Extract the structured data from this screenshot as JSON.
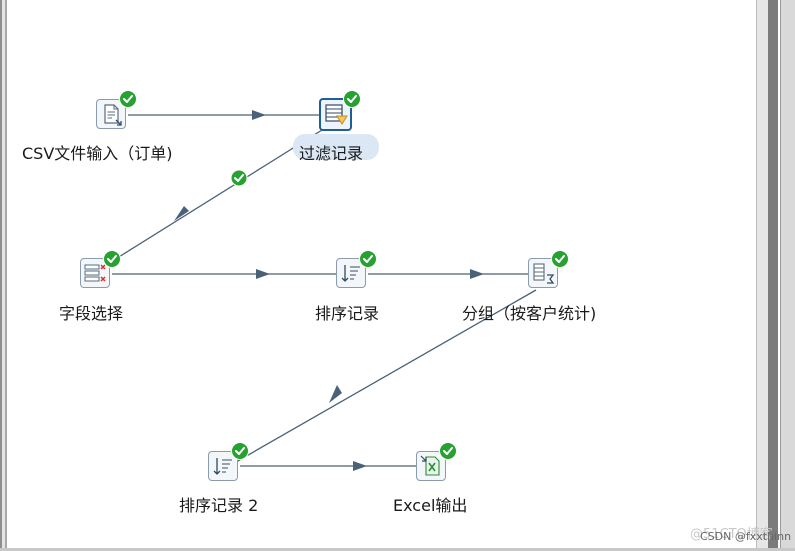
{
  "steps": {
    "csv_input": {
      "label": "CSV文件输入（订单)",
      "icon": "csv-file-icon",
      "status": "ok"
    },
    "filter": {
      "label": "过滤记录",
      "icon": "filter-rows-icon",
      "status": "ok",
      "selected": true
    },
    "select": {
      "label": "字段选择",
      "icon": "select-values-icon",
      "status": "ok"
    },
    "sort1": {
      "label": "排序记录",
      "icon": "sort-rows-icon",
      "status": "ok"
    },
    "group": {
      "label": "分组（按客户统计)",
      "icon": "group-by-icon",
      "status": "ok"
    },
    "sort2": {
      "label": "排序记录 2",
      "icon": "sort-rows-icon",
      "status": "ok"
    },
    "excel": {
      "label": "Excel输出",
      "icon": "excel-output-icon",
      "status": "ok"
    }
  },
  "hops": [
    {
      "from": "CSV文件输入（订单)",
      "to": "过滤记录"
    },
    {
      "from": "过滤记录",
      "to": "字段选择",
      "status": "ok"
    },
    {
      "from": "字段选择",
      "to": "排序记录"
    },
    {
      "from": "排序记录",
      "to": "分组（按客户统计)"
    },
    {
      "from": "分组（按客户统计)",
      "to": "排序记录 2"
    },
    {
      "from": "排序记录 2",
      "to": "Excel输出"
    }
  ],
  "watermark": {
    "text": "CSDN @fxxthinn",
    "ghost": "@51CTO博客"
  },
  "colors": {
    "hop": "#4a6178",
    "ok_badge": "#27a131",
    "selected_border": "#1f5f99"
  }
}
